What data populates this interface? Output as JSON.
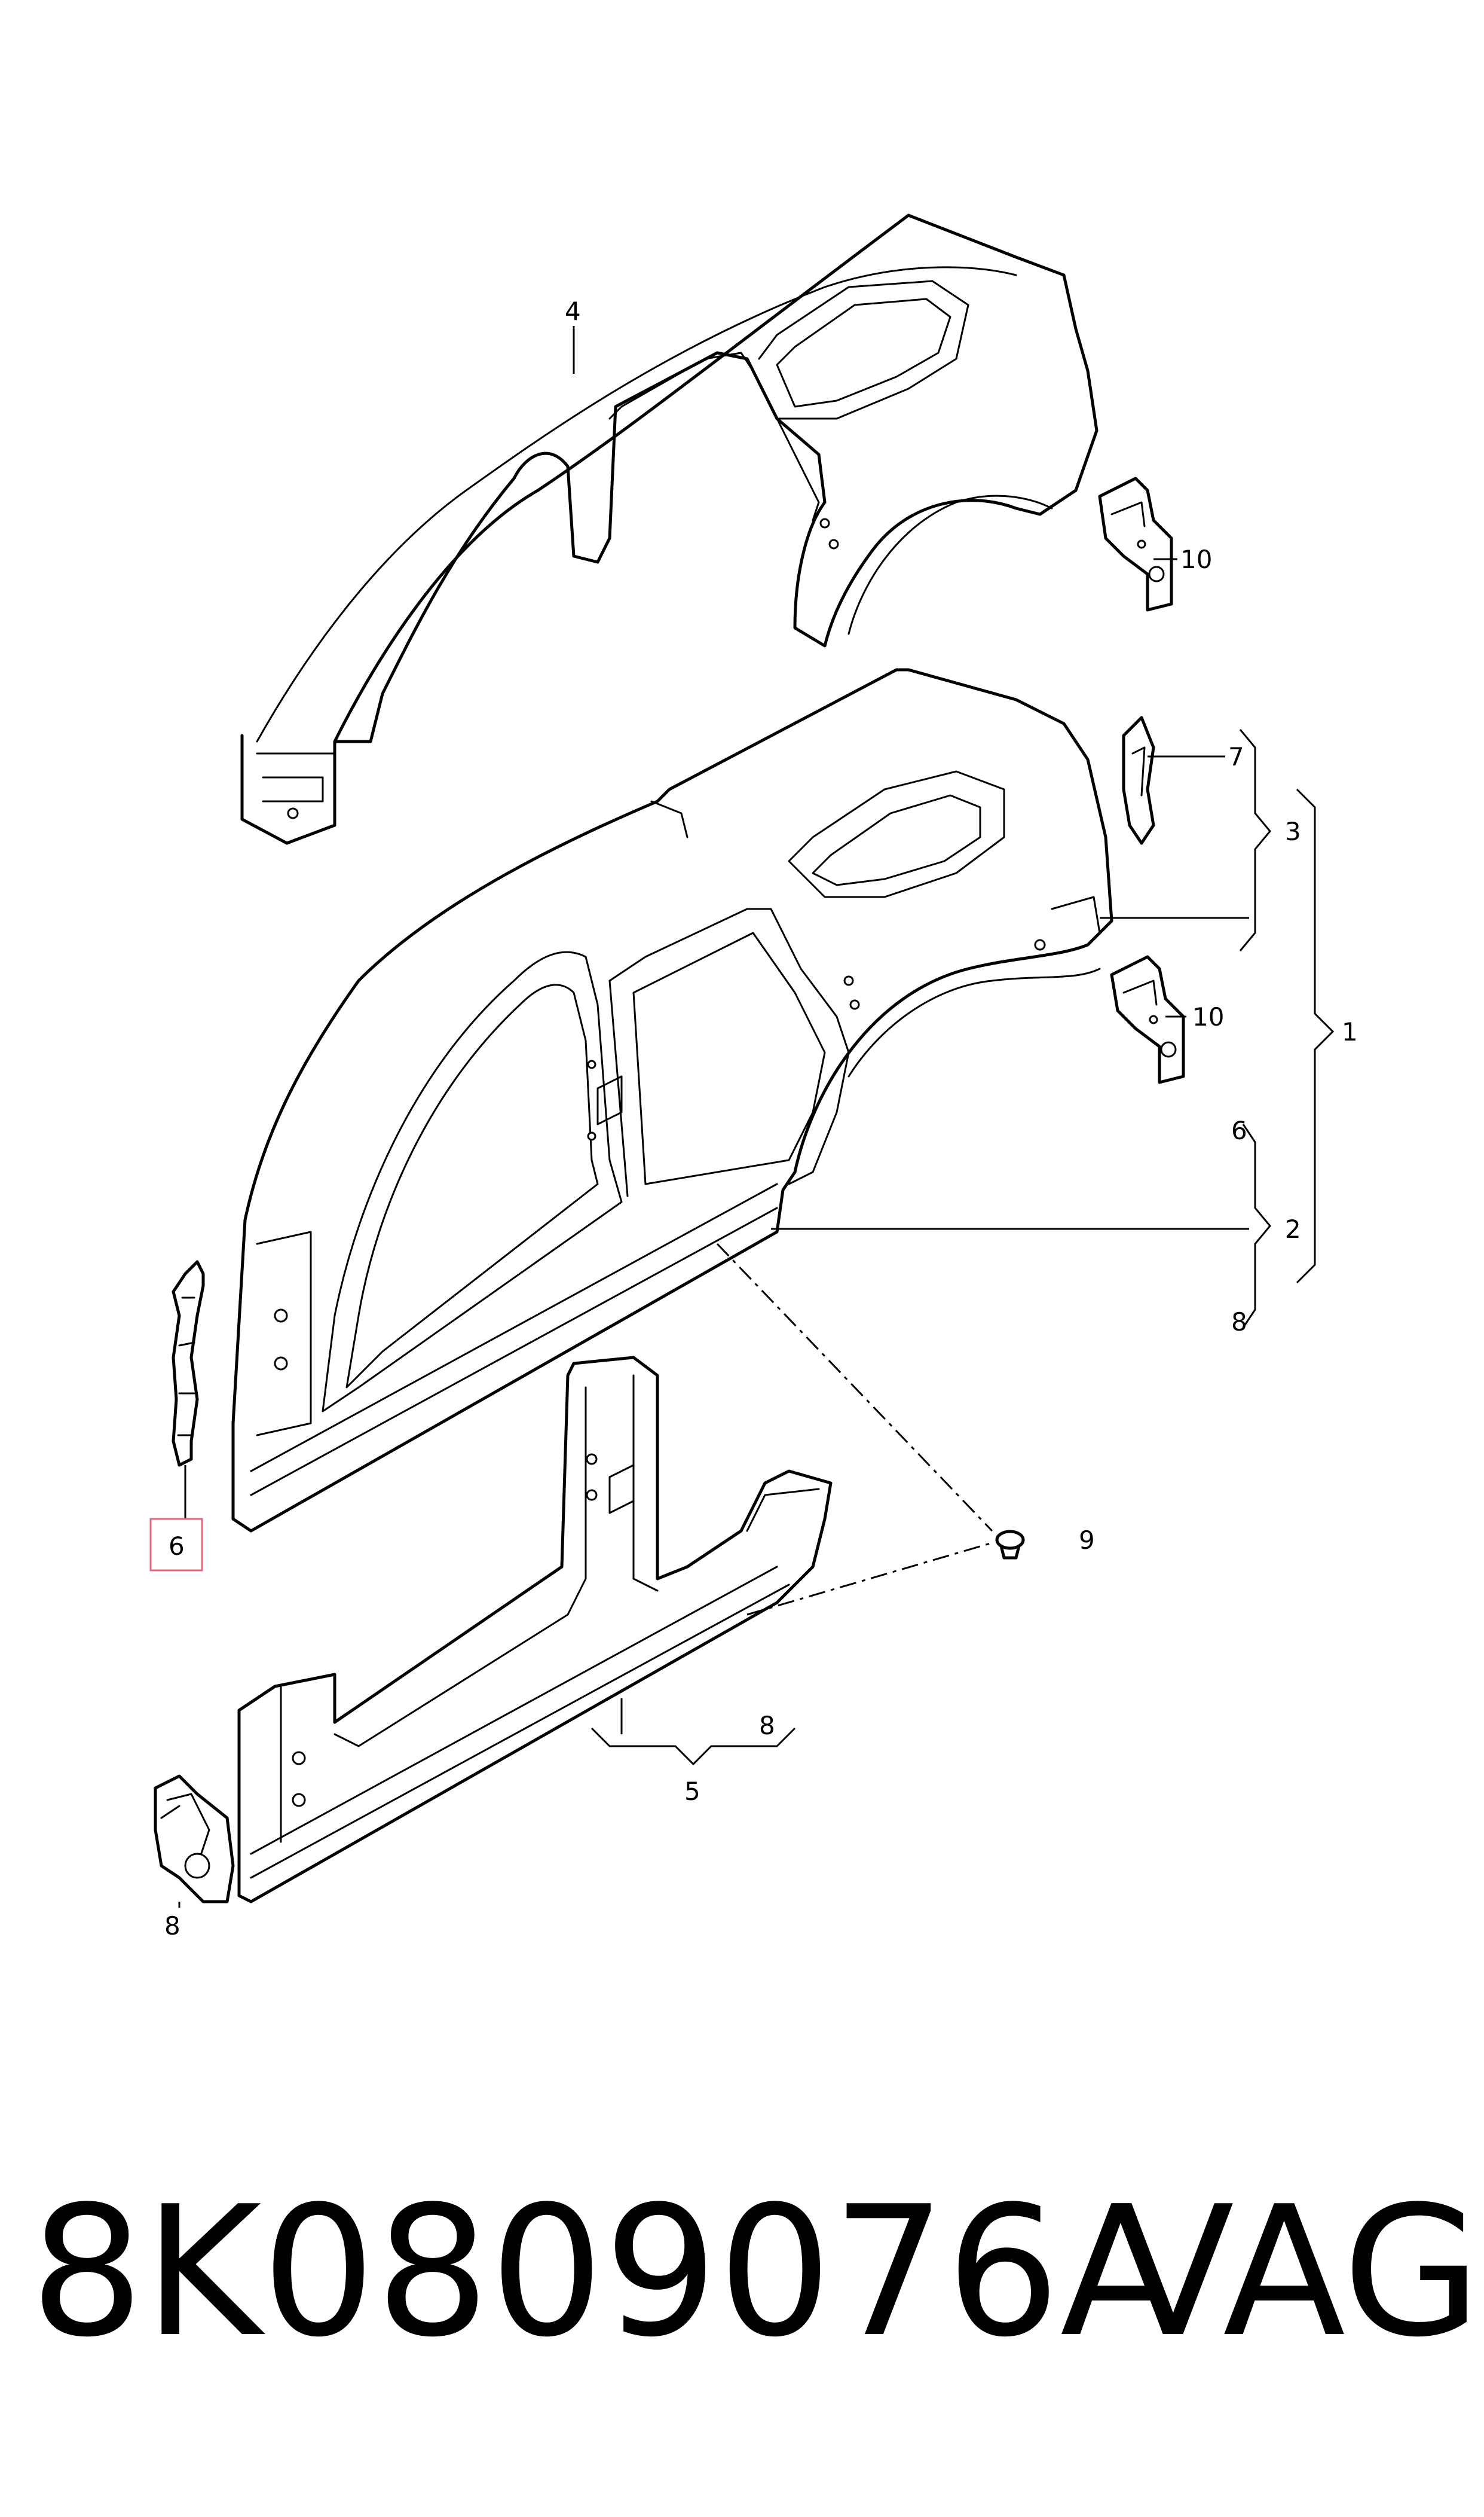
{
  "diagram": {
    "callouts": {
      "c4": "4",
      "c10_top": "10",
      "c7": "7",
      "c3": "3",
      "c1": "1",
      "c10_mid": "10",
      "c6_right": "6",
      "c2": "2",
      "c8_right": "8",
      "c6_highlight": "6",
      "c9": "9",
      "c8_bottom": "8",
      "c5": "5",
      "c8_left": "8"
    },
    "highlight_color": "#e06a7a"
  },
  "footer": {
    "part_number": "8K0809076A",
    "brand": "VAG"
  }
}
